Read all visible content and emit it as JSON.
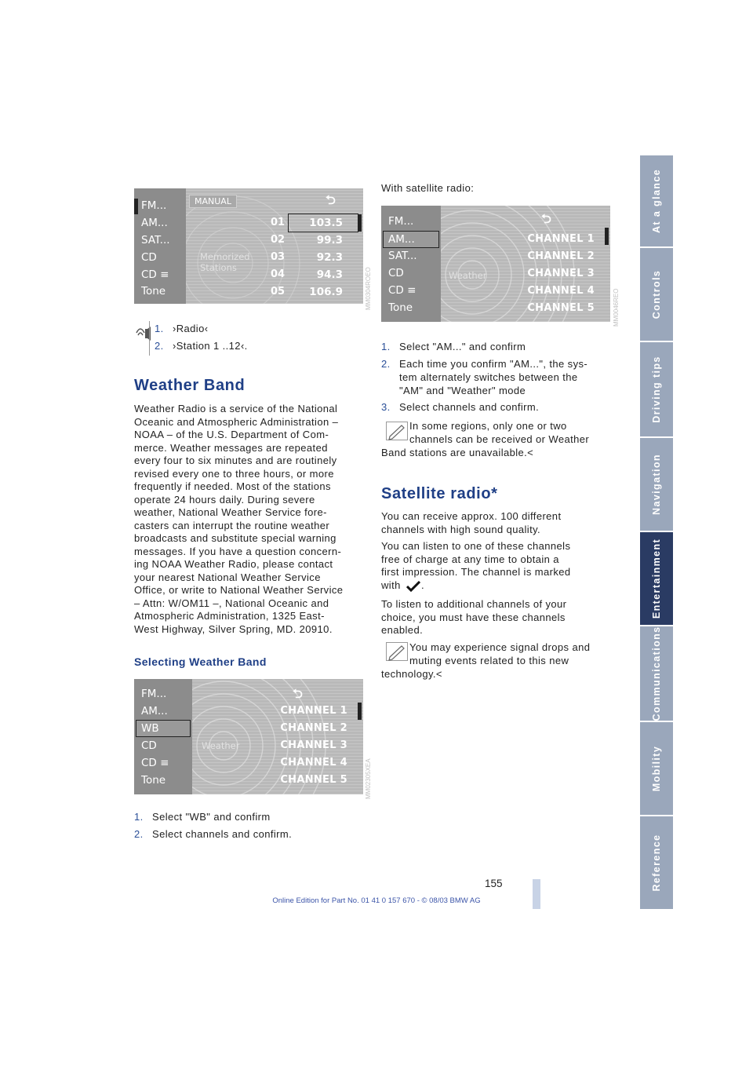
{
  "sidetabs": [
    {
      "label": "At a glance",
      "active": false
    },
    {
      "label": "Controls",
      "active": false
    },
    {
      "label": "Driving tips",
      "active": false
    },
    {
      "label": "Navigation",
      "active": false
    },
    {
      "label": "Entertainment",
      "active": true
    },
    {
      "label": "Communications",
      "active": false
    },
    {
      "label": "Mobility",
      "active": false
    },
    {
      "label": "Reference",
      "active": false
    }
  ],
  "screen1": {
    "menu": [
      "FM...",
      "AM...",
      "SAT...",
      "CD",
      "CD ≡",
      "Tone"
    ],
    "manual": "MANUAL",
    "bg_label": [
      "Memorized",
      "Stations"
    ],
    "stations": [
      {
        "num": "01",
        "freq": "103.5"
      },
      {
        "num": "02",
        "freq": "99.3"
      },
      {
        "num": "03",
        "freq": "92.3"
      },
      {
        "num": "04",
        "freq": "94.3"
      },
      {
        "num": "05",
        "freq": "106.9"
      }
    ],
    "code": "MM0304ROEO"
  },
  "voice_steps": [
    {
      "num": "1.",
      "text": "›Radio‹"
    },
    {
      "num": "2.",
      "text": "›Station 1 ..12‹."
    }
  ],
  "weather_band": {
    "heading": "Weather Band",
    "body": [
      "Weather Radio is a service of the National",
      "Oceanic and Atmospheric Administration –",
      "NOAA – of the U.S. Department of Com-",
      "merce. Weather messages are repeated",
      "every four to six minutes and are routinely",
      "revised every one to three hours, or more",
      "frequently if needed. Most of the stations",
      "operate 24 hours daily. During severe",
      "weather, National Weather Service fore-",
      "casters can interrupt the routine weather",
      "broadcasts and substitute special warning",
      "messages. If you have a question concern-",
      "ing NOAA Weather Radio, please contact",
      "your nearest National Weather Service",
      "Office, or write to National Weather Service",
      "– Attn: W/OM11 –, National Oceanic and",
      "Atmospheric Administration, 1325 East-",
      "West Highway, Silver Spring, MD. 20910."
    ],
    "subheading": "Selecting Weather Band"
  },
  "screen2": {
    "menu": [
      "FM...",
      "AM...",
      "WB",
      "CD",
      "CD ≡",
      "Tone"
    ],
    "channels": [
      "CHANNEL 1",
      "CHANNEL 2",
      "CHANNEL 3",
      "CHANNEL 4",
      "CHANNEL 5"
    ],
    "bg_label": "Weather",
    "code": "MM02305XEA"
  },
  "wb_steps": [
    {
      "num": "1.",
      "text": "Select \"WB\" and confirm"
    },
    {
      "num": "2.",
      "text": "Select channels and confirm."
    }
  ],
  "satellite_intro": "With satellite radio:",
  "screen3": {
    "menu": [
      "FM...",
      "AM...",
      "SAT...",
      "CD",
      "CD ≡",
      "Tone"
    ],
    "channels": [
      "CHANNEL 1",
      "CHANNEL 2",
      "CHANNEL 3",
      "CHANNEL 4",
      "CHANNEL 5"
    ],
    "bg_label": "Weather",
    "code": "MM0046REO"
  },
  "am_steps": [
    {
      "num": "1.",
      "lines": [
        "Select \"AM...\" and confirm"
      ]
    },
    {
      "num": "2.",
      "lines": [
        "Each time you confirm \"AM...\", the sys-",
        "tem alternately switches between the",
        "\"AM\" and \"Weather\" mode"
      ]
    },
    {
      "num": "3.",
      "lines": [
        "Select channels and confirm."
      ]
    }
  ],
  "note1": [
    "In some regions, only one or two",
    "channels can be received or Weather",
    "Band stations are unavailable.<"
  ],
  "satellite": {
    "heading": "Satellite radio*",
    "p1": [
      "You can receive approx. 100 different",
      "channels with high sound quality."
    ],
    "p2": [
      "You can listen to one of these channels",
      "free of charge at any time to obtain a",
      "first impression. The channel is marked",
      "with"
    ],
    "p2_end": ".",
    "p3": [
      "To listen to additional channels of your",
      "choice, you must have these channels",
      "enabled."
    ]
  },
  "note2": [
    "You may experience signal drops and",
    "muting events related to this new",
    "technology.<"
  ],
  "page_number": "155",
  "footer": "Online Edition for Part No. 01 41 0 157 670 - © 08/03 BMW AG"
}
